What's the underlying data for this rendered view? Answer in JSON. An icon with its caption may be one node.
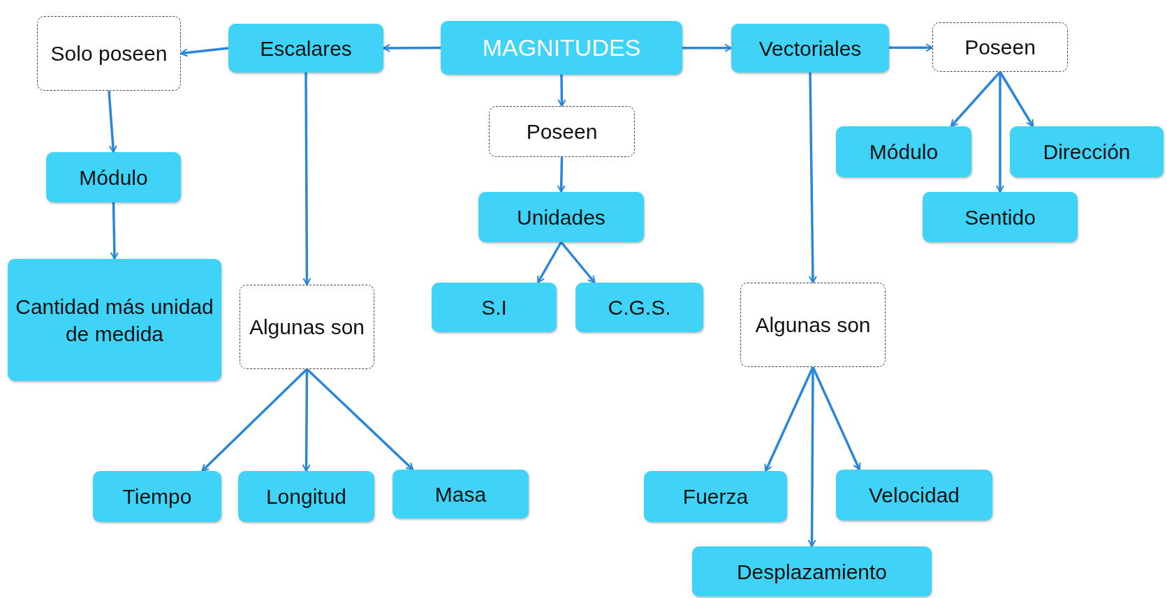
{
  "diagram": {
    "nodes": [
      {
        "text": [
          "MAGNITUDES"
        ]
      },
      {
        "text": [
          "Escalares"
        ]
      },
      {
        "text": [
          "Vectoriales"
        ]
      },
      {
        "text": [
          "Solo poseen"
        ]
      },
      {
        "text": [
          "Módulo"
        ]
      },
      {
        "text": [
          "Cantidad más unidad de medida"
        ]
      },
      {
        "text": [
          "Algunas son"
        ]
      },
      {
        "text": [
          "Tiempo"
        ]
      },
      {
        "text": [
          "Longitud"
        ]
      },
      {
        "text": [
          "Masa"
        ]
      },
      {
        "text": [
          "Poseen"
        ]
      },
      {
        "text": [
          "Unidades"
        ]
      },
      {
        "text": [
          "S.I"
        ]
      },
      {
        "text": [
          "C.G.S."
        ]
      },
      {
        "text": [
          "Poseen"
        ]
      },
      {
        "text": [
          "Módulo"
        ]
      },
      {
        "text": [
          "Dirección"
        ]
      },
      {
        "text": [
          "Sentido"
        ]
      },
      {
        "text": [
          "Algunas son"
        ]
      },
      {
        "text": [
          "Fuerza"
        ]
      },
      {
        "text": [
          "Velocidad"
        ]
      },
      {
        "text": [
          "Desplazamiento"
        ]
      }
    ],
    "edges": [
      {
        "from": 0,
        "to": 1,
        "arrow": "to"
      },
      {
        "from": 1,
        "to": 3,
        "arrow": "to"
      },
      {
        "from": 3,
        "to": 4,
        "arrow": "to"
      },
      {
        "from": 4,
        "to": 5,
        "arrow": "to"
      },
      {
        "from": 1,
        "to": 6,
        "arrow": "to"
      },
      {
        "from": 6,
        "to": 7,
        "arrow": "to"
      },
      {
        "from": 6,
        "to": 8,
        "arrow": "to"
      },
      {
        "from": 6,
        "to": 9,
        "arrow": "to"
      },
      {
        "from": 0,
        "to": 10,
        "arrow": "to"
      },
      {
        "from": 10,
        "to": 11,
        "arrow": "to"
      },
      {
        "from": 11,
        "to": 12,
        "arrow": "to"
      },
      {
        "from": 11,
        "to": 13,
        "arrow": "to"
      },
      {
        "from": 0,
        "to": 2,
        "arrow": "to"
      },
      {
        "from": 2,
        "to": 14,
        "arrow": "to"
      },
      {
        "from": 14,
        "to": 15,
        "arrow": "to"
      },
      {
        "from": 14,
        "to": 17,
        "arrow": "to"
      },
      {
        "from": 14,
        "to": 16,
        "arrow": "to"
      },
      {
        "from": 2,
        "to": 18,
        "arrow": "to"
      },
      {
        "from": 18,
        "to": 19,
        "arrow": "to"
      },
      {
        "from": 18,
        "to": 21,
        "arrow": "to"
      },
      {
        "from": 18,
        "to": 20,
        "arrow": "to"
      }
    ]
  }
}
